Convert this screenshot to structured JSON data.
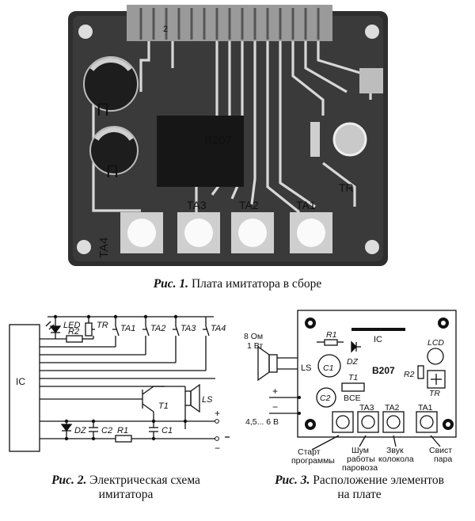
{
  "fig1": {
    "caption_prefix": "Рис. 1.",
    "caption_text": "Плата имитатора в сборе",
    "board_labels": {
      "chip": "B207",
      "connector_pin": "2",
      "trimmer": "TR",
      "cap_a": "П",
      "cap_b": "П",
      "btn_ta4": "TA4",
      "btn_ta3": "TA3",
      "btn_ta2": "TA2",
      "btn_ta1": "TA1"
    }
  },
  "fig2": {
    "caption_prefix": "Рис. 2.",
    "caption_line1": "Электрическая схема",
    "caption_line2": "имитатора",
    "labels": {
      "ic": "IC",
      "led": "LED",
      "tr": "TR",
      "r2": "R2",
      "ta1": "TA1",
      "ta2": "TA2",
      "ta3": "TA3",
      "ta4": "TA4",
      "t1": "T1",
      "ls": "LS",
      "dz": "DZ",
      "c2": "C2",
      "r1": "R1",
      "c1": "C1",
      "plus": "+",
      "minus": "−"
    }
  },
  "fig3": {
    "caption_prefix": "Рис. 3.",
    "caption_line1": "Расположение элементов",
    "caption_line2": "на плате",
    "labels": {
      "speaker_ohm": "8 Ом",
      "speaker_w": "1 Вт",
      "ls": "LS",
      "ic": "IC",
      "r1": "R1",
      "c1": "C1",
      "dz": "DZ",
      "chip": "B207",
      "lcd": "LCD",
      "r2": "R2",
      "t1": "T1",
      "bce": "BCE",
      "c2": "C2",
      "tr": "TR",
      "plus": "+",
      "minus": "−",
      "voltage": "4,5... 6 В",
      "ta3": "TA3",
      "ta2": "TA2",
      "ta1": "TA1"
    },
    "functions": {
      "start1": "Старт",
      "start2": "программы",
      "noise1": "Шум",
      "noise2": "работы",
      "noise3": "паровоза",
      "bell1": "Звук",
      "bell2": "колокола",
      "whistle1": "Свист",
      "whistle2": "пара"
    }
  },
  "colors": {
    "ink": "#111111",
    "board": "#2b2b2b",
    "paper": "#ffffff"
  }
}
